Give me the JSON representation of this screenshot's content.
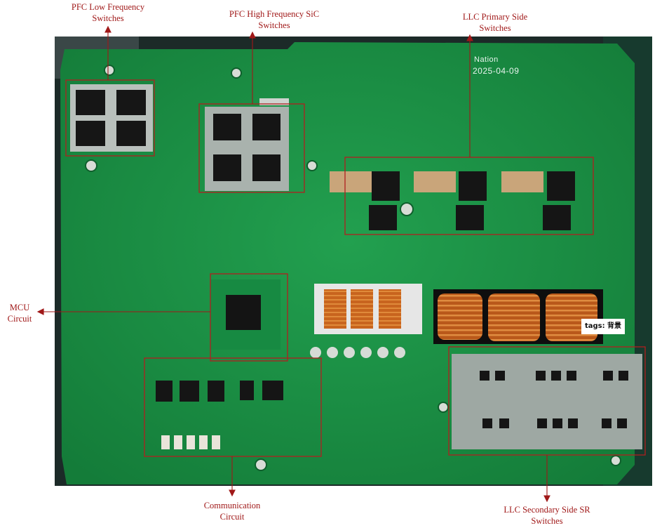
{
  "annotations": {
    "pfc_low": [
      "PFC Low Frequency",
      "Switches"
    ],
    "pfc_high": [
      "PFC High Frequency SiC",
      "Switches"
    ],
    "llc_primary": [
      "LLC Primary Side",
      "Switches"
    ],
    "mcu": [
      "MCU",
      "Circuit"
    ],
    "communication": [
      "Communication",
      "Circuit"
    ],
    "llc_secondary": [
      "LLC Secondary Side  SR",
      "Switches"
    ]
  },
  "board_marks": {
    "brand": "Nation",
    "date": "2025-04-09"
  },
  "tag_text": "tags: 背景",
  "colors": {
    "annotation": "#a01818",
    "pcb": "#1a8f45",
    "box": "#b02020"
  }
}
